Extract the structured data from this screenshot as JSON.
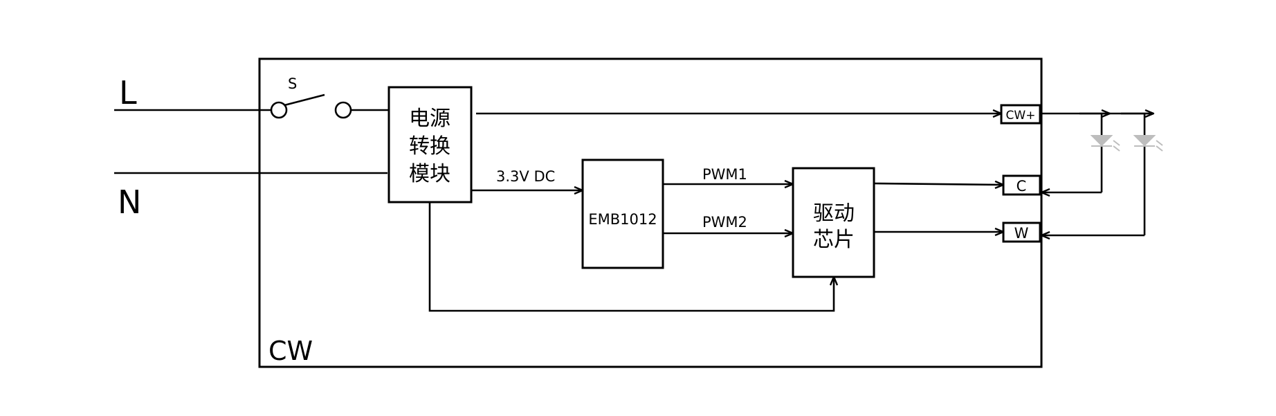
{
  "terminals": {
    "line": "L",
    "neutral": "N"
  },
  "enclosure": {
    "label": "CW"
  },
  "switch": {
    "label": "S"
  },
  "blocks": {
    "power_module": {
      "line1": "电源",
      "line2": "转换",
      "line3": "模块"
    },
    "mcu": {
      "label": "EMB1012"
    },
    "driver": {
      "line1": "驱动",
      "line2": "芯片"
    }
  },
  "signals": {
    "supply": "3.3V DC",
    "pwm1": "PWM1",
    "pwm2": "PWM2"
  },
  "outputs": {
    "cw_plus": "CW+",
    "cold": "C",
    "warm": "W"
  },
  "colors": {
    "line": "#000000",
    "led": "#bdbdbd",
    "background": "#ffffff"
  }
}
